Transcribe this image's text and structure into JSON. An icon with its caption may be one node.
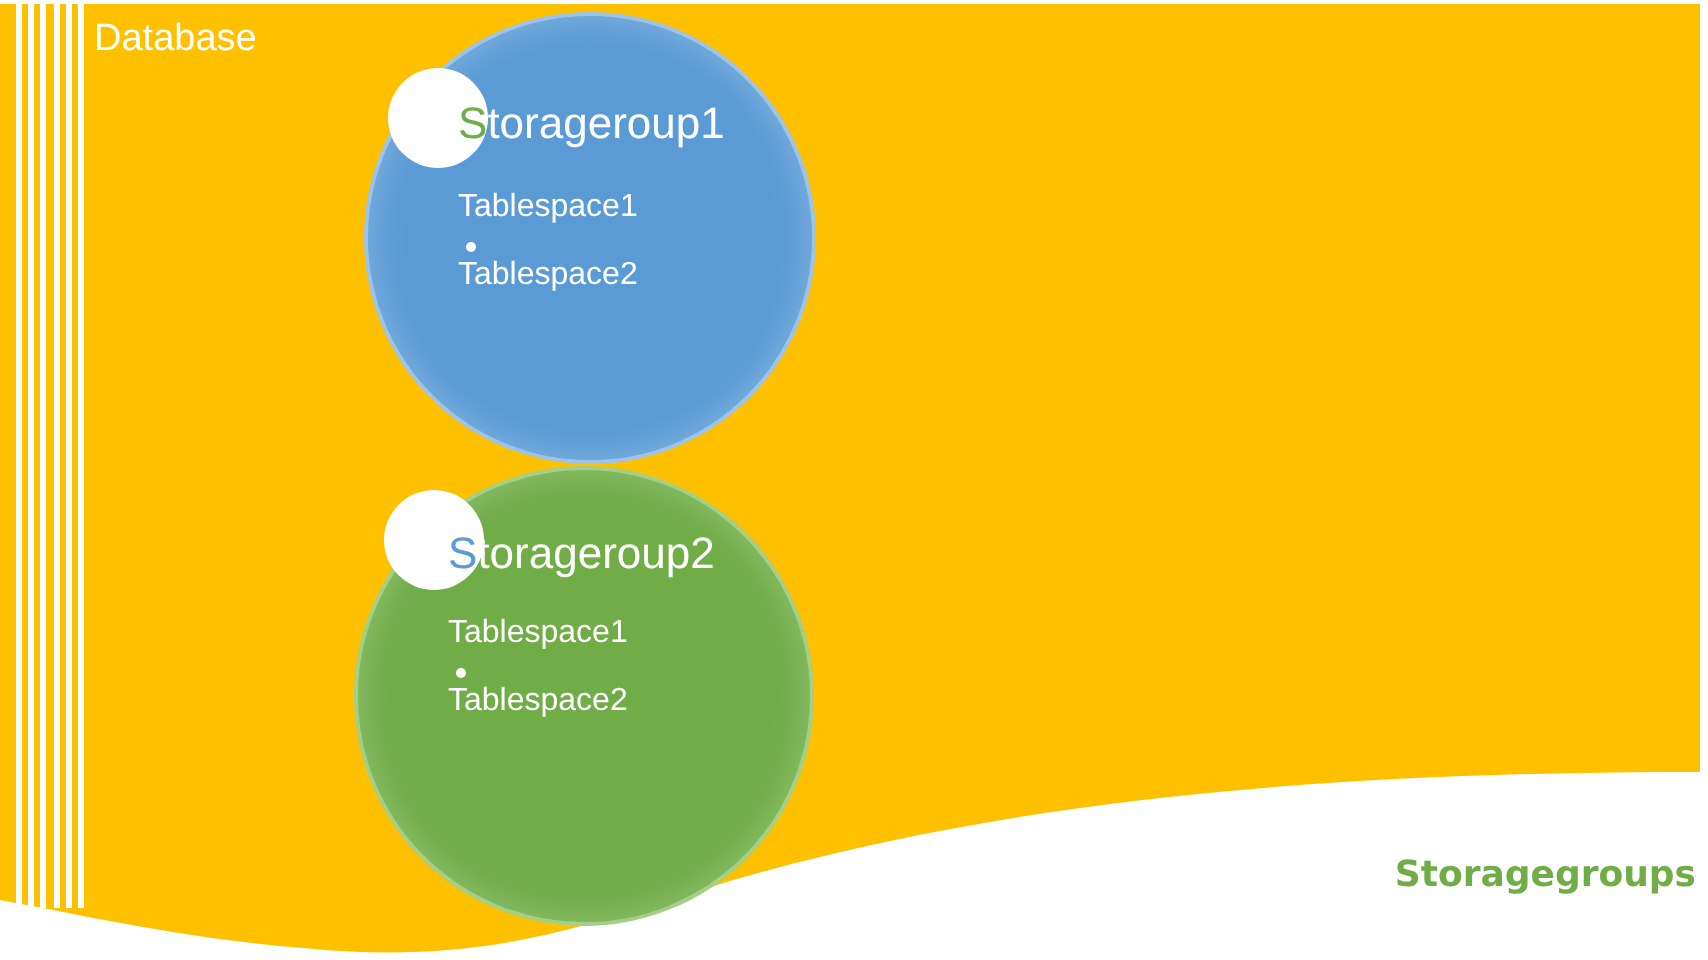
{
  "diagram": {
    "nodes": [
      {
        "text": [
          "Database"
        ]
      },
      {
        "text": [
          "Storageroup1",
          "Tablespace1",
          "Tablespace2"
        ],
        "in": 0
      },
      {
        "text": [],
        "shape": "circle",
        "in": 1
      },
      {
        "text": [
          "Storageroup2",
          "Tablespace1",
          "Tablespace2"
        ],
        "in": 0
      },
      {
        "text": [],
        "shape": "circle",
        "in": 3
      }
    ],
    "labels": [
      "Storagegroups"
    ]
  }
}
